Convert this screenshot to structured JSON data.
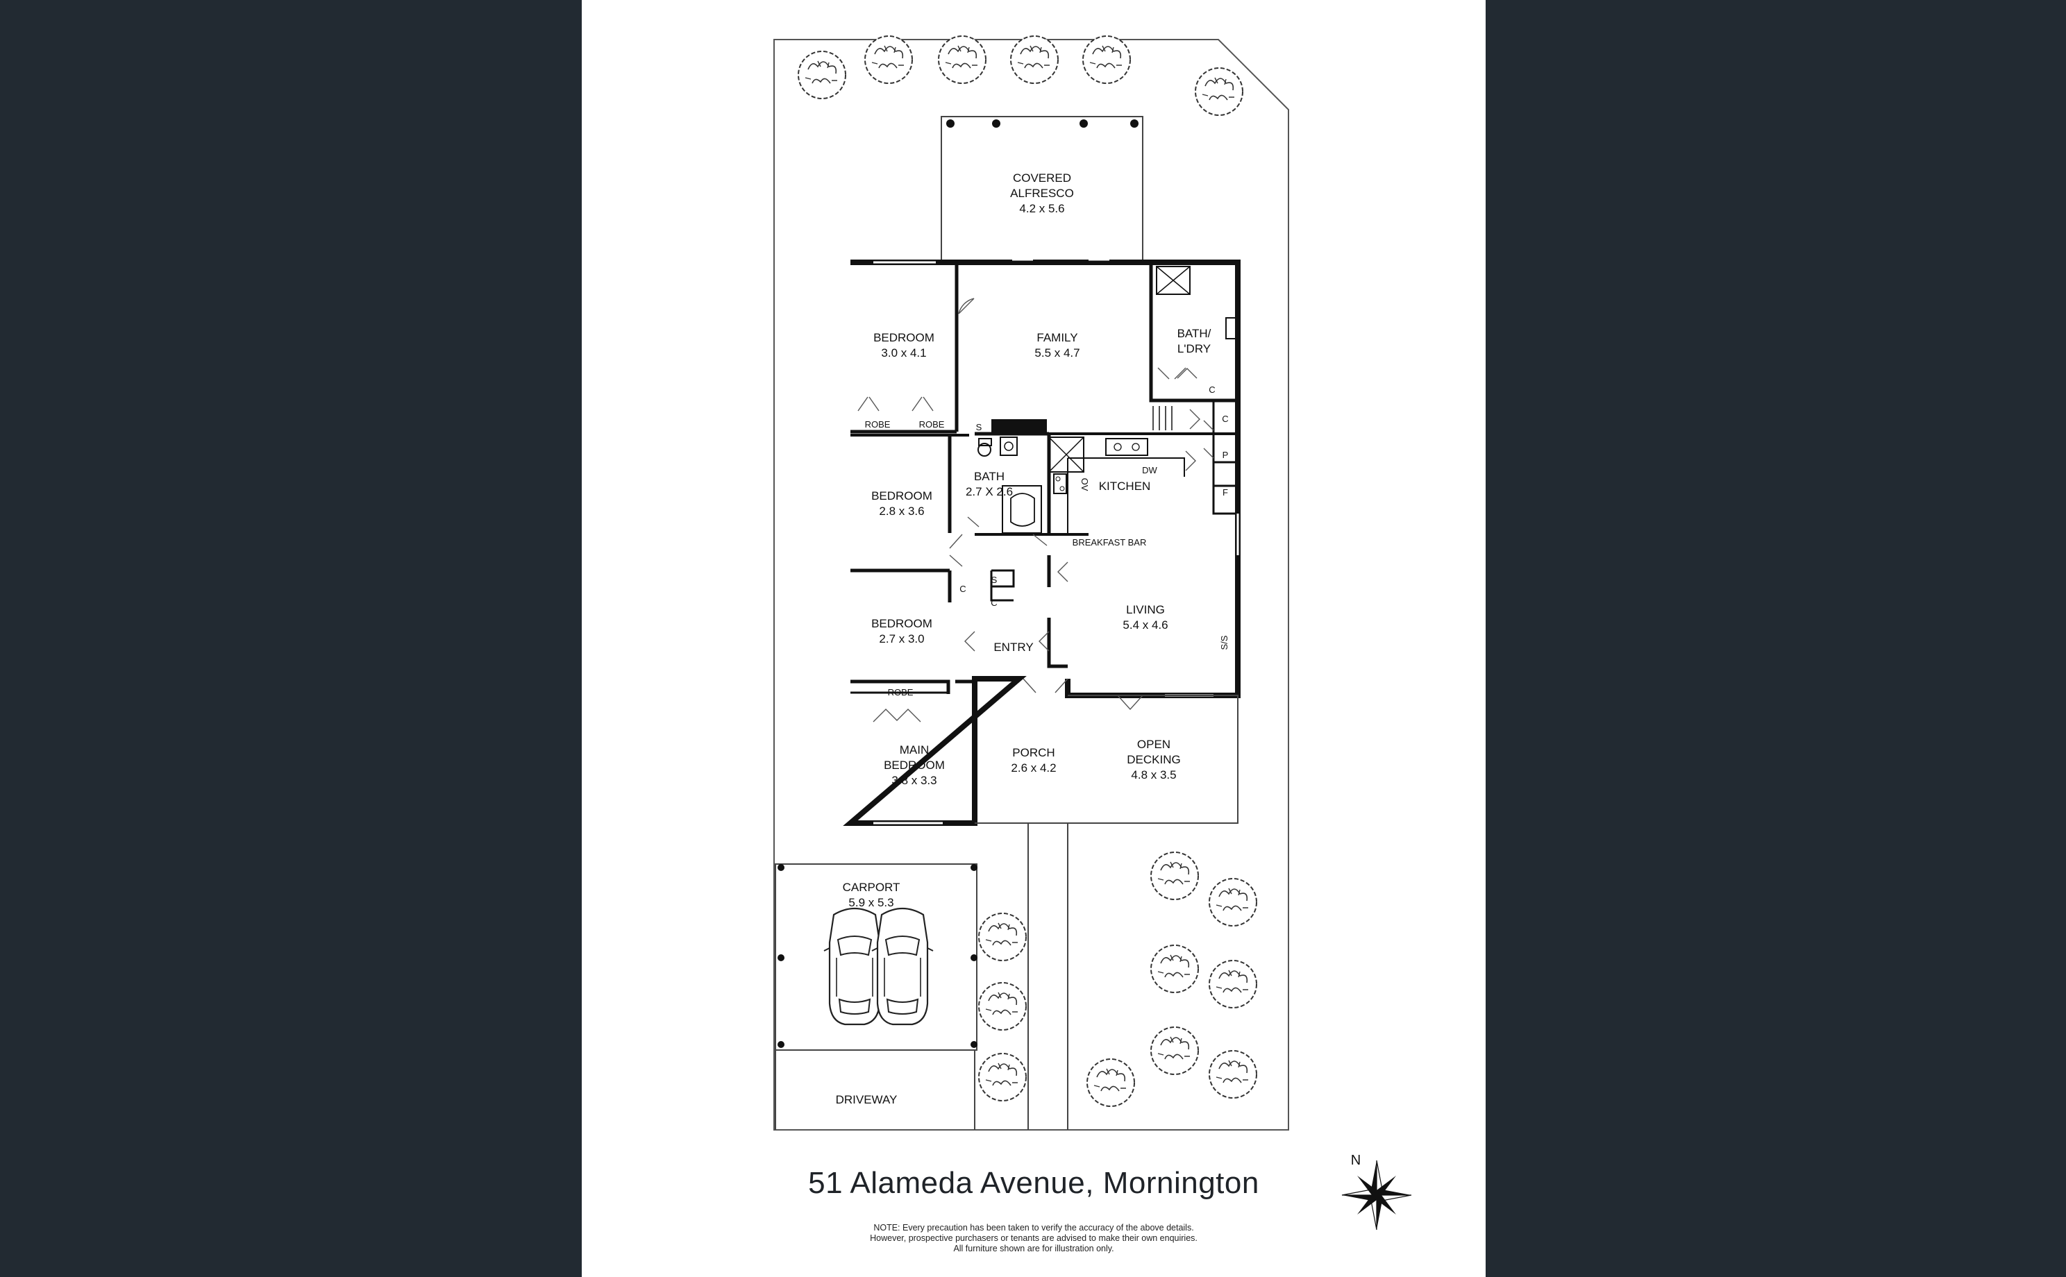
{
  "address": "51 Alameda Avenue, Mornington",
  "disclaimer": [
    "NOTE: Every precaution has been taken to verify the accuracy of the above details.",
    "However, prospective purchasers or tenants are advised to make their own enquiries.",
    "All furniture shown are for illustration only."
  ],
  "compass": {
    "north_label": "N",
    "icon": "compass-rose-icon"
  },
  "colors": {
    "background": "#222a32",
    "sheet": "#ffffff",
    "walls": "#111111"
  },
  "rooms": {
    "alfresco": {
      "name_1": "COVERED",
      "name_2": "ALFRESCO",
      "size": "4.2 x 5.6"
    },
    "bedroom_nw": {
      "name": "BEDROOM",
      "size": "3.0 x 4.1"
    },
    "family": {
      "name": "FAMILY",
      "size": "5.5 x 4.7"
    },
    "bath_ldry": {
      "name_1": "BATH/",
      "name_2": "L'DRY"
    },
    "bedroom_2": {
      "name": "BEDROOM",
      "size": "2.8 x 3.6"
    },
    "bath": {
      "name": "BATH",
      "size": "2.7 X 2.6"
    },
    "kitchen": {
      "name": "KITCHEN"
    },
    "bedroom_3": {
      "name": "BEDROOM",
      "size": "2.7 x 3.0"
    },
    "living": {
      "name": "LIVING",
      "size": "5.4 x 4.6"
    },
    "entry": {
      "name": "ENTRY"
    },
    "main_bedroom": {
      "name_1": "MAIN",
      "name_2": "BEDROOM",
      "size": "3.8 x 3.3"
    },
    "porch": {
      "name": "PORCH",
      "size": "2.6 x 4.2"
    },
    "decking": {
      "name_1": "OPEN",
      "name_2": "DECKING",
      "size": "4.8 x 3.5"
    },
    "carport": {
      "name": "CARPORT",
      "size": "5.9 x 5.3"
    },
    "driveway": {
      "name": "DRIVEWAY"
    }
  },
  "labels": {
    "robe": "ROBE",
    "s": "S",
    "c": "C",
    "p": "P",
    "f": "F",
    "dw": "DW",
    "ov": "OV",
    "breakfast_bar": "BREAKFAST BAR",
    "ss": "S/S"
  }
}
